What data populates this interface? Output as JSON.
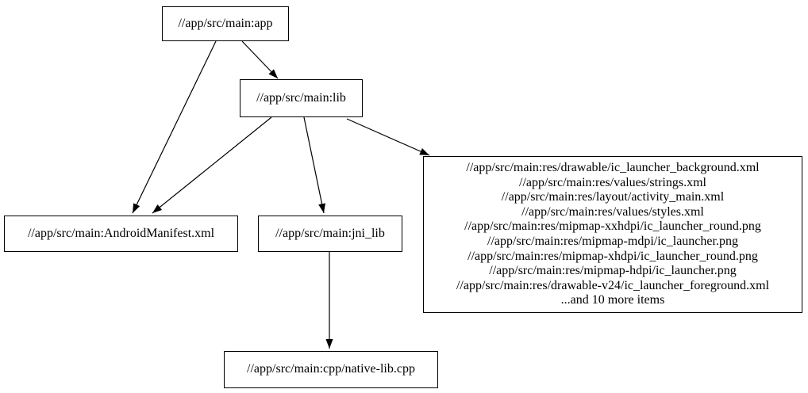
{
  "diagram": {
    "type": "dependency-graph",
    "background_color": "#ffffff",
    "stroke_color": "#000000",
    "text_color": "#000000",
    "nodes": {
      "app": {
        "label": "//app/src/main:app"
      },
      "lib": {
        "label": "//app/src/main:lib"
      },
      "manifest": {
        "label": "//app/src/main:AndroidManifest.xml"
      },
      "jni_lib": {
        "label": "//app/src/main:jni_lib"
      },
      "cpp": {
        "label": "//app/src/main:cpp/native-lib.cpp"
      },
      "resources": {
        "lines": [
          "//app/src/main:res/drawable/ic_launcher_background.xml",
          "//app/src/main:res/values/strings.xml",
          "//app/src/main:res/layout/activity_main.xml",
          "//app/src/main:res/values/styles.xml",
          "//app/src/main:res/mipmap-xxhdpi/ic_launcher_round.png",
          "//app/src/main:res/mipmap-mdpi/ic_launcher.png",
          "//app/src/main:res/mipmap-xhdpi/ic_launcher_round.png",
          "//app/src/main:res/mipmap-hdpi/ic_launcher.png",
          "//app/src/main:res/drawable-v24/ic_launcher_foreground.xml",
          "...and 10 more items"
        ]
      }
    },
    "edges": [
      {
        "from": "//app/src/main:app",
        "to": "//app/src/main:lib"
      },
      {
        "from": "//app/src/main:app",
        "to": "//app/src/main:AndroidManifest.xml"
      },
      {
        "from": "//app/src/main:lib",
        "to": "//app/src/main:AndroidManifest.xml"
      },
      {
        "from": "//app/src/main:lib",
        "to": "//app/src/main:jni_lib"
      },
      {
        "from": "//app/src/main:lib",
        "to": "//app/src/main:res (resource group)"
      },
      {
        "from": "//app/src/main:jni_lib",
        "to": "//app/src/main:cpp/native-lib.cpp"
      }
    ]
  }
}
